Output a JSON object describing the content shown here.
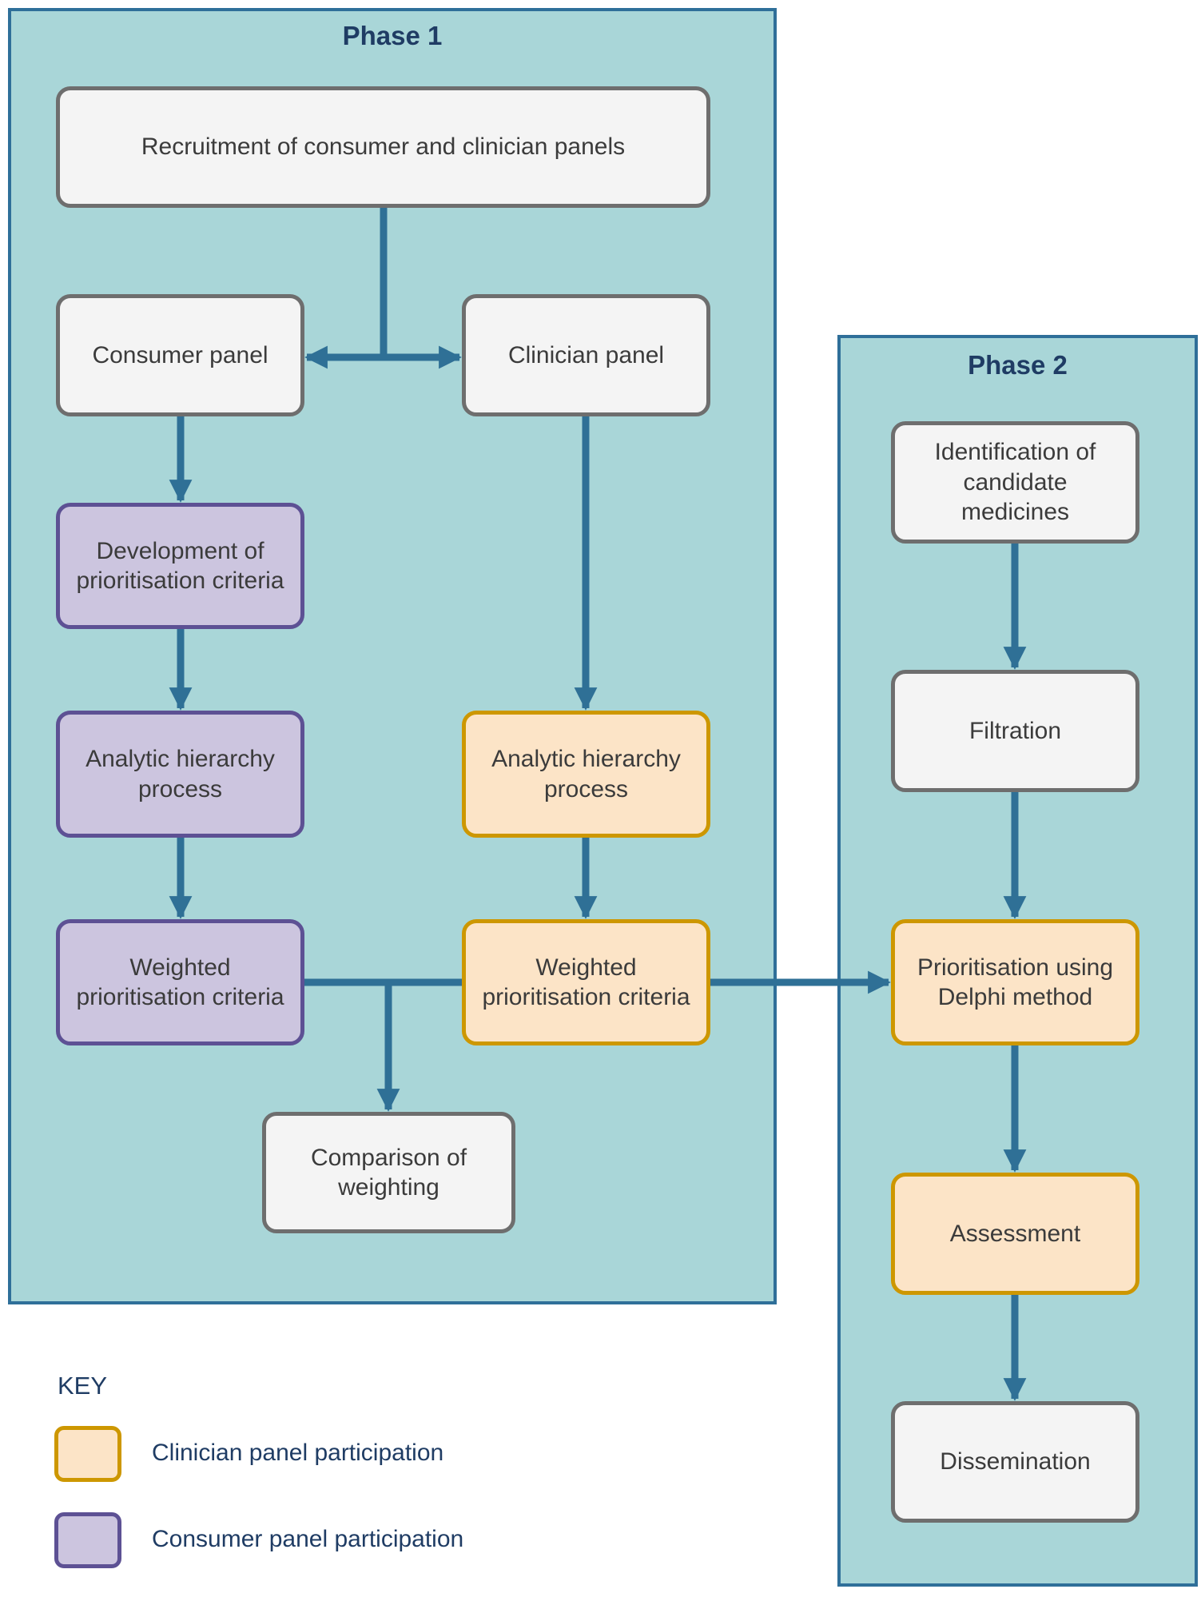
{
  "diagram": {
    "phase1": {
      "title": "Phase 1",
      "nodes": {
        "recruitment": "Recruitment of consumer and clinician panels",
        "consumer_panel": "Consumer panel",
        "clinician_panel": "Clinician panel",
        "development_criteria": "Development of prioritisation criteria",
        "ahp_consumer": "Analytic hierarchy process",
        "weighted_consumer": "Weighted prioritisation criteria",
        "ahp_clinician": "Analytic hierarchy process",
        "weighted_clinician": "Weighted prioritisation criteria",
        "comparison": "Comparison of weighting"
      }
    },
    "phase2": {
      "title": "Phase 2",
      "nodes": {
        "identification": "Identification of candidate medicines",
        "filtration": "Filtration",
        "prioritisation_delphi": "Prioritisation using Delphi method",
        "assessment": "Assessment",
        "dissemination": "Dissemination"
      }
    },
    "key": {
      "title": "KEY",
      "items": [
        {
          "swatch": "clinician",
          "label": "Clinician panel participation"
        },
        {
          "swatch": "consumer",
          "label": "Consumer panel participation"
        }
      ]
    },
    "colors": {
      "phase_fill": "#a9d6d8",
      "phase_border": "#2f6f99",
      "neutral_fill": "#f4f4f4",
      "neutral_border": "#6e6e6e",
      "consumer_fill": "#ccc5df",
      "consumer_border": "#5d5194",
      "clinician_fill": "#fce4c7",
      "clinician_border": "#cd9700",
      "arrow": "#2f7096",
      "title_text": "#1f3c64",
      "node_text": "#3b3b3b"
    }
  }
}
